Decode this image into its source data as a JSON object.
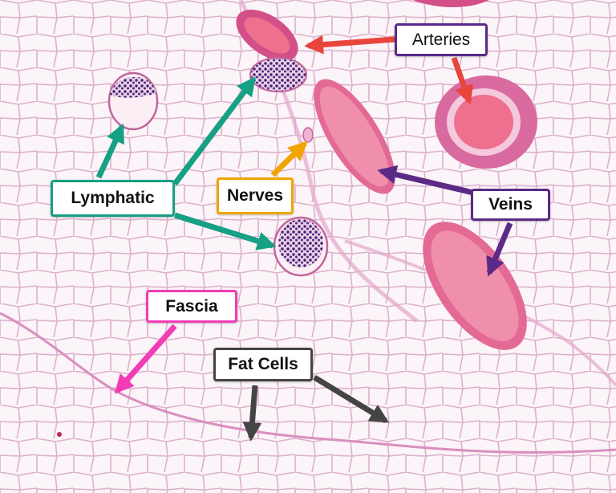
{
  "labels": {
    "arteries": "Arteries",
    "lymphatic": "Lymphatic",
    "nerves": "Nerves",
    "veins": "Veins",
    "fascia": "Fascia",
    "fat_cells": "Fat Cells"
  },
  "colors": {
    "arteries": "#e8453c",
    "lymphatic": "#16a085",
    "nerves": "#f0a500",
    "veins": "#5b2a86",
    "fascia": "#f23cb6",
    "fat_cells": "#444444",
    "tissue_background": "#f7eef3",
    "cell_membrane": "#d9a7c6",
    "vessel_wall": "#d34f87",
    "blood": "#ef6f8f",
    "nuclei": "#4a1b6e"
  }
}
